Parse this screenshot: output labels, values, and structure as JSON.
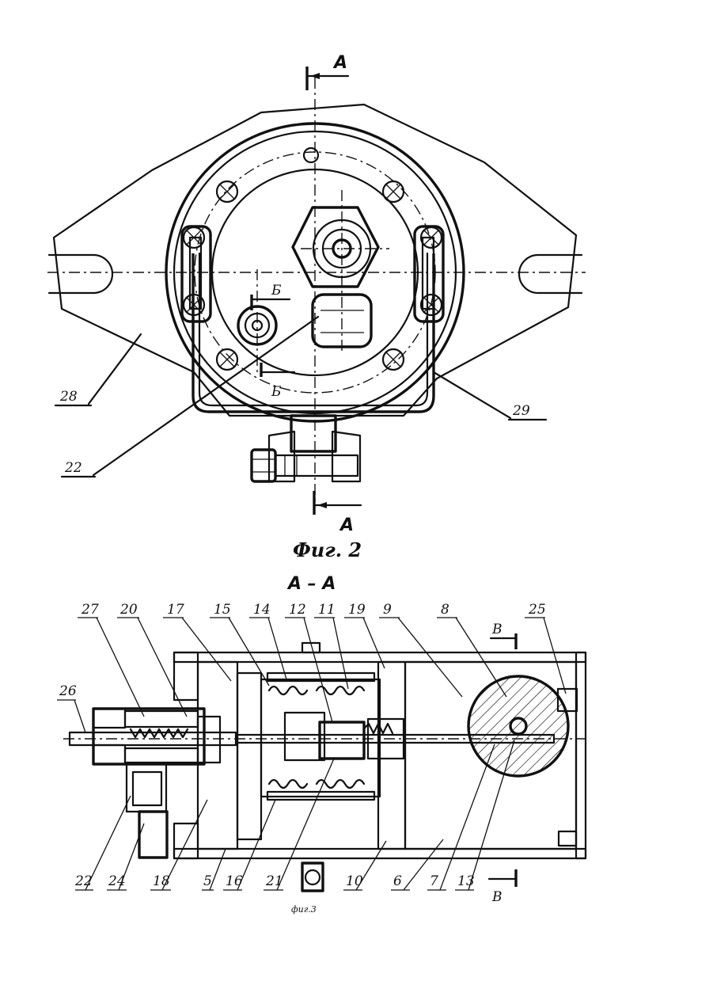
{
  "fig2": {
    "caption": "Фиг. 2",
    "section_top": "А",
    "section_bottom": "А",
    "section_b_top": "Б",
    "section_b_bottom": "Б",
    "labels": {
      "l28": "28",
      "l22": "22",
      "l29": "29"
    }
  },
  "fig3": {
    "title": "А – А",
    "caption": "фиг.3",
    "section_v_top": "В",
    "section_v_bottom": "В",
    "top_labels": [
      "27",
      "20",
      "17",
      "15",
      "14",
      "12",
      "11",
      "19",
      "9",
      "8",
      "25"
    ],
    "left_label": "26",
    "bottom_labels": [
      "22",
      "24",
      "18",
      "5",
      "16",
      "21",
      "10",
      "6",
      "7",
      "13"
    ]
  }
}
